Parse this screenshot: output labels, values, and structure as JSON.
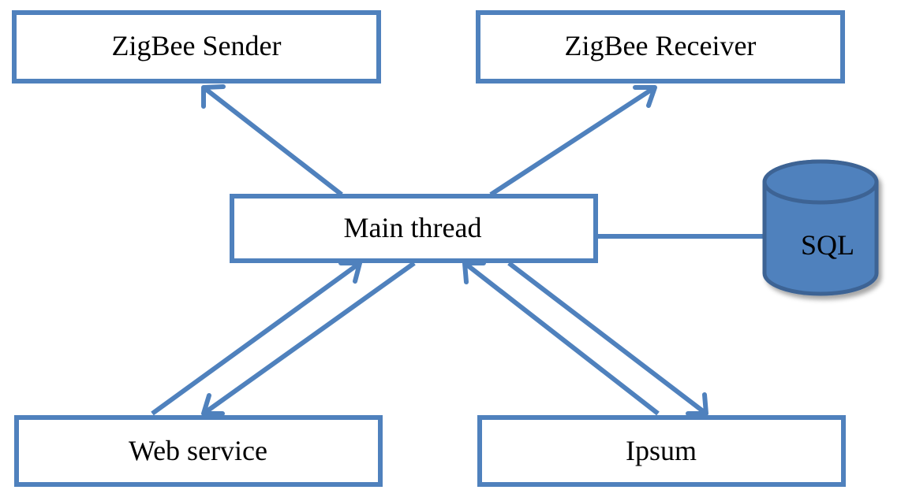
{
  "diagram": {
    "nodes": {
      "zigbee_sender": "ZigBee Sender",
      "zigbee_receiver": "ZigBee Receiver",
      "main_thread": "Main thread",
      "web_service": "Web service",
      "ipsum": "Ipsum",
      "sql": "SQL"
    },
    "colors": {
      "stroke": "#4f81bd",
      "database_fill": "#4f81bd",
      "database_outline": "#3c6494",
      "text": "#000000",
      "background": "#ffffff"
    },
    "edges": [
      {
        "from": "main_thread",
        "to": "zigbee_sender",
        "arrow": "to"
      },
      {
        "from": "main_thread",
        "to": "zigbee_receiver",
        "arrow": "to"
      },
      {
        "from": "main_thread",
        "to": "sql",
        "arrow": "none"
      },
      {
        "from": "web_service",
        "to": "main_thread",
        "arrow": "to"
      },
      {
        "from": "main_thread",
        "to": "web_service",
        "arrow": "to"
      },
      {
        "from": "ipsum",
        "to": "main_thread",
        "arrow": "to"
      },
      {
        "from": "main_thread",
        "to": "ipsum",
        "arrow": "to"
      }
    ]
  }
}
